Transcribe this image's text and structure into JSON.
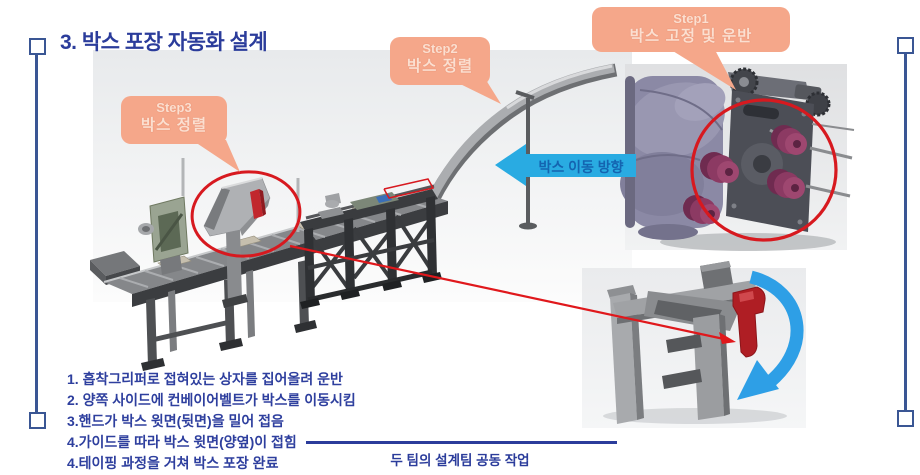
{
  "slide": {
    "title": "3. 박스 포장 자동화 설계",
    "footer_caption": "두 팀의 설계팀 공동 작업"
  },
  "callouts": {
    "step1": {
      "title": "Step1",
      "subtitle": "박스 고정 및 운반"
    },
    "step2": {
      "title": "Step2",
      "subtitle": "박스 정렬"
    },
    "step3": {
      "title": "Step3",
      "subtitle": "박스 정렬"
    }
  },
  "flow_arrow": {
    "label": "박스 이동 방향",
    "direction": "left"
  },
  "process_steps": [
    "1. 흡착그리퍼로 접혀있는 상자를 집어올려 운반",
    "2. 양쪽 사이드에 컨베이어벨트가 박스를 이동시킴",
    "3.핸드가 박스 윗면(뒷면)을 밀어 접음",
    "4.가이드를 따라 박스 윗면(양옆)이 접힘",
    "4.테이핑 과정을 거쳐 박스 포장 완료"
  ],
  "icons": {
    "flow_arrow": "left-block-arrow",
    "rotation_arrow": "curved-rotation-arrow",
    "highlight": "red-ellipse",
    "pointer": "red-arrow-line"
  },
  "colors": {
    "accent_blue": "#2B3C9B",
    "rail_blue": "#3A5694",
    "callout_salmon": "#F5A78A",
    "callout_text": "#FBDFD0",
    "flow_arrow_fill": "#29ABE2",
    "flow_arrow_text": "#1464B0",
    "annotation_red": "#D7191F",
    "rotation_arrow_blue": "#2E9FE6",
    "machine_dark": "#3B3D40",
    "machine_light": "#A9ABAE",
    "robot_purple": "#8B89A5",
    "roller_maroon": "#8C3A63"
  }
}
